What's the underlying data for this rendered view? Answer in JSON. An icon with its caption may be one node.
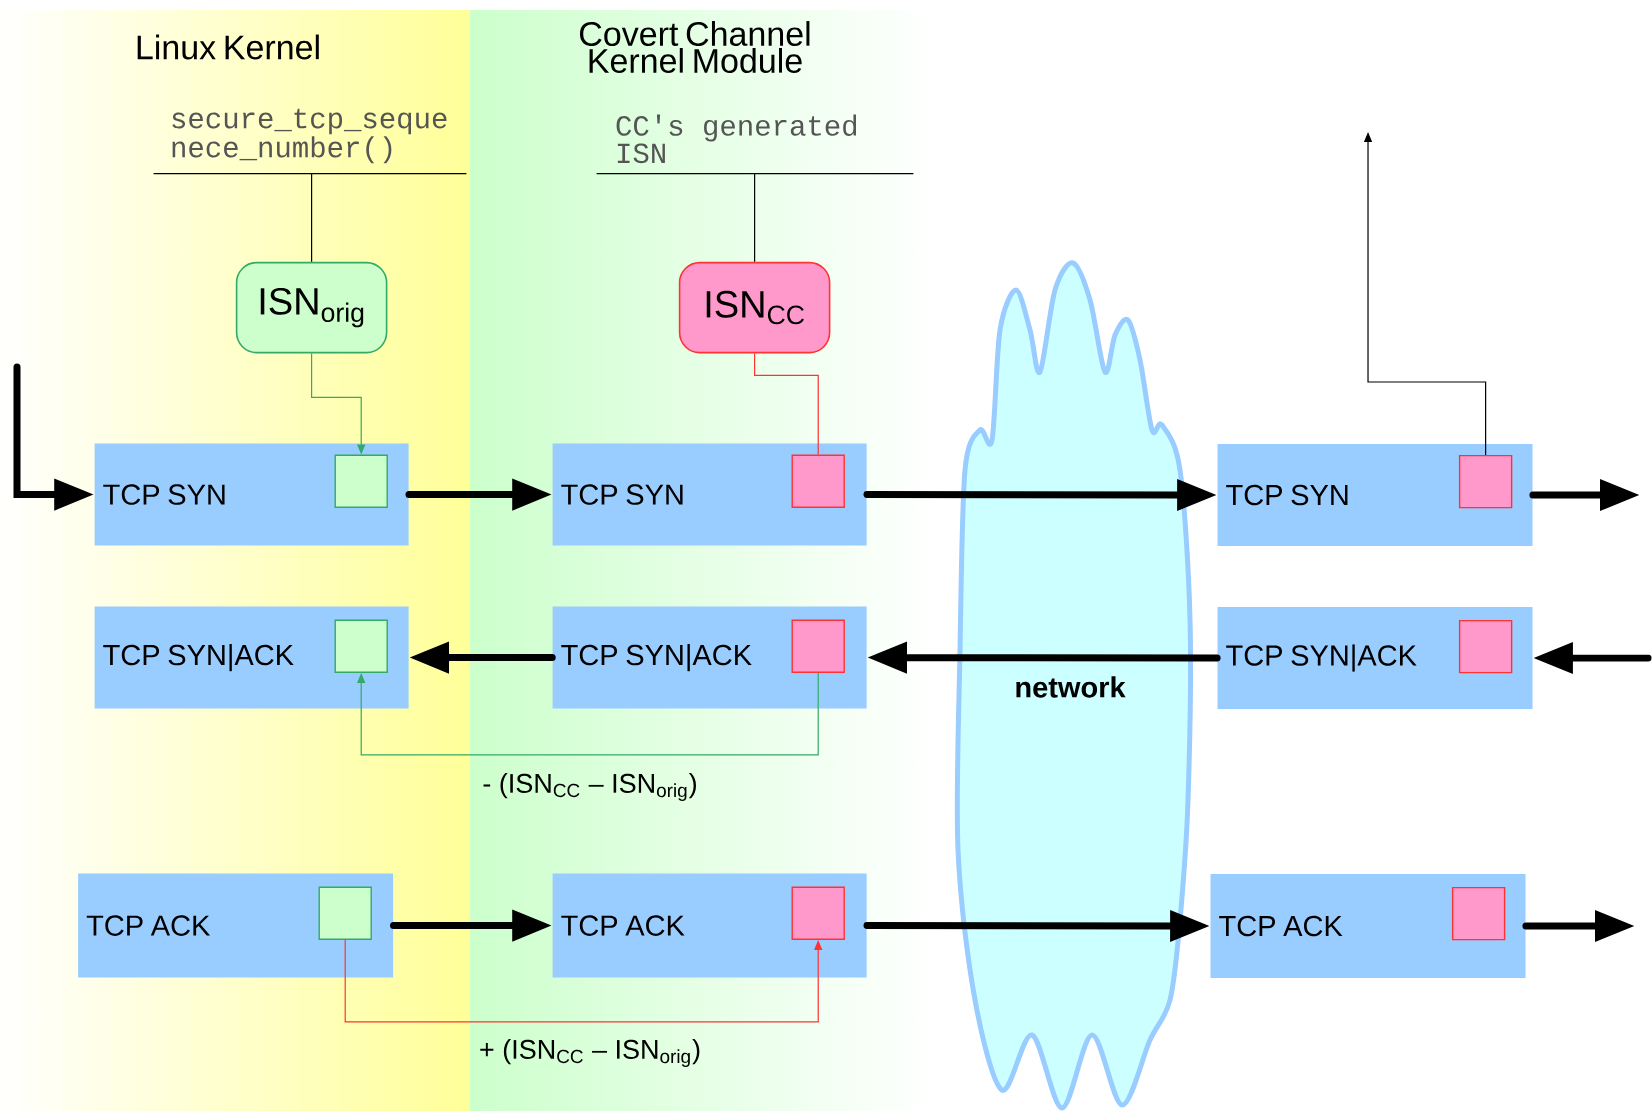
{
  "diagram": {
    "nodes": [
      {
        "text": [
          "Linux Kernel"
        ]
      },
      {
        "text": [
          "Covert Channel Kernel Module"
        ]
      },
      {
        "text": [
          "secure_tcp_seque nece_number()"
        ],
        "in": 0
      },
      {
        "text": [
          "ISN$_{orig}$"
        ],
        "in": 0
      },
      {
        "text": [
          "CC's generated ISN"
        ],
        "in": 1
      },
      {
        "text": [
          "ISN$_{CC}$"
        ],
        "in": 1
      },
      {
        "text": [
          "TCP SYN"
        ],
        "in": 0
      },
      {
        "text": [],
        "shape": "box",
        "in": 6
      },
      {
        "text": [
          "TCP SYN"
        ],
        "in": 1
      },
      {
        "text": [],
        "shape": "box",
        "in": 8
      },
      {
        "text": [
          "TCP SYN"
        ]
      },
      {
        "text": [],
        "shape": "box",
        "in": 10
      },
      {
        "text": [
          "TCP SYN|ACK"
        ],
        "in": 0
      },
      {
        "text": [],
        "shape": "box",
        "in": 12
      },
      {
        "text": [
          "TCP SYN|ACK"
        ],
        "in": 1
      },
      {
        "text": [],
        "shape": "box",
        "in": 14
      },
      {
        "text": [
          "TCP SYN|ACK"
        ]
      },
      {
        "text": [],
        "shape": "box",
        "in": 16
      },
      {
        "text": [
          "TCP ACK"
        ],
        "in": 0
      },
      {
        "text": [],
        "shape": "box",
        "in": 18
      },
      {
        "text": [
          "TCP ACK"
        ],
        "in": 1
      },
      {
        "text": [],
        "shape": "box",
        "in": 20
      },
      {
        "text": [
          "TCP ACK"
        ]
      },
      {
        "text": [],
        "shape": "box",
        "in": 22
      }
    ],
    "edges": [
      {
        "from": 2,
        "to": 3,
        "arrow": "none"
      },
      {
        "from": 3,
        "to": 7,
        "arrow": "to",
        "color": "#33aa66"
      },
      {
        "from": 4,
        "to": 5,
        "arrow": "none"
      },
      {
        "from": 5,
        "to": 9,
        "arrow": "none",
        "color": "#ff3333"
      },
      {
        "from": null,
        "to": 6,
        "arrow": "to"
      },
      {
        "from": 6,
        "to": 8,
        "arrow": "to"
      },
      {
        "from": 8,
        "to": 10,
        "arrow": "to"
      },
      {
        "from": 10,
        "to": null,
        "arrow": "to"
      },
      {
        "from": 11,
        "to": null,
        "arrow": "to"
      },
      {
        "from": null,
        "to": 16,
        "arrow": "to"
      },
      {
        "from": 16,
        "to": 14,
        "arrow": "to"
      },
      {
        "from": 14,
        "to": 12,
        "arrow": "to"
      },
      {
        "from": 15,
        "to": 13,
        "arrow": "to",
        "color": "#33aa66",
        "label": "- (ISN$_{CC}$ – ISN$_{orig}$)"
      },
      {
        "from": 18,
        "to": 20,
        "arrow": "to"
      },
      {
        "from": 20,
        "to": 22,
        "arrow": "to"
      },
      {
        "from": 22,
        "to": null,
        "arrow": "to"
      },
      {
        "from": 19,
        "to": 21,
        "arrow": "to",
        "color": "#ff3333",
        "label": "+ (ISN$_{CC}$ – ISN$_{orig}$)"
      }
    ],
    "labels": [
      "network"
    ]
  }
}
